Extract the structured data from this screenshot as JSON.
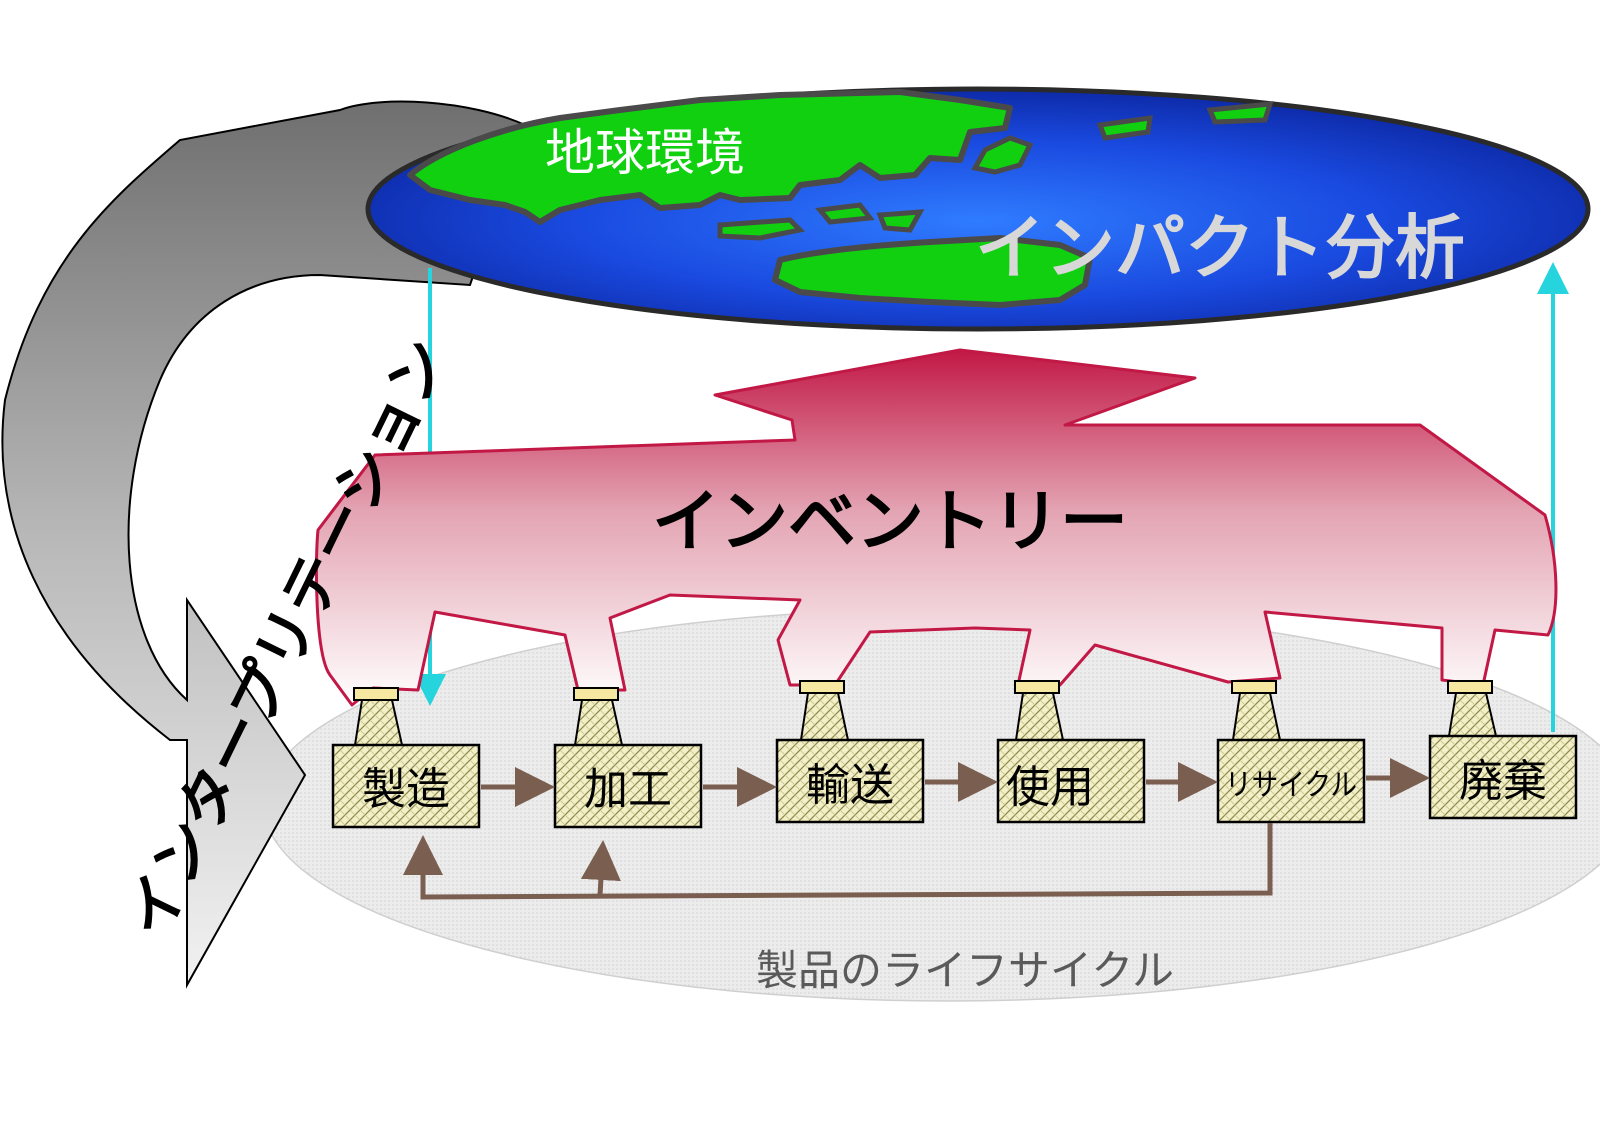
{
  "globe": {
    "title": "地球環境",
    "impact_label": "インパクト分析"
  },
  "inventory": {
    "label": "インベントリー"
  },
  "interpretation": {
    "label": "インタープリテーション"
  },
  "lifecycle": {
    "label": "製品のライフサイクル",
    "stages": [
      "製造",
      "加工",
      "輸送",
      "使用",
      "リサイクル",
      "廃棄"
    ]
  },
  "colors": {
    "ocean": "#1f55e8",
    "land": "#10d010",
    "inventory_top": "#c21846",
    "inventory_bottom": "#ffffff",
    "connector": "#25d4dc",
    "flow_arrow": "#7a5e50",
    "interpretation_arrow": "#8a8a8a"
  }
}
